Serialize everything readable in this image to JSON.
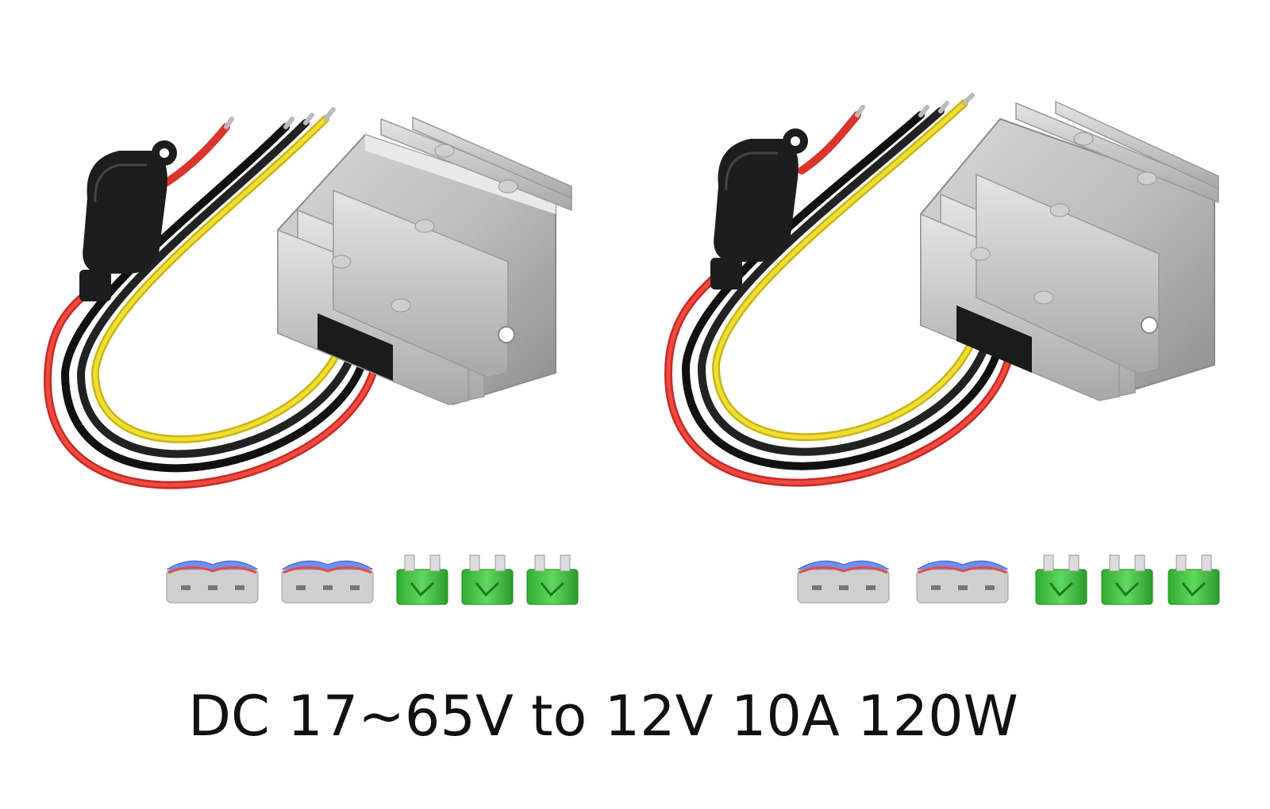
{
  "caption": "DC 17~65V to 12V 10A 120W",
  "products": [
    {
      "name": "converter-with-fuse-holder-left",
      "wire_colors": [
        "#e23a32",
        "#1a1a1a",
        "#1a1a1a",
        "#e6d21f"
      ]
    },
    {
      "name": "converter-with-fuse-holder-right",
      "wire_colors": [
        "#e23a32",
        "#1a1a1a",
        "#1a1a1a",
        "#e6d21f"
      ]
    }
  ],
  "accessories": {
    "wire_connectors": 2,
    "fuses": 3,
    "fuse_color": "#3ec43e"
  }
}
